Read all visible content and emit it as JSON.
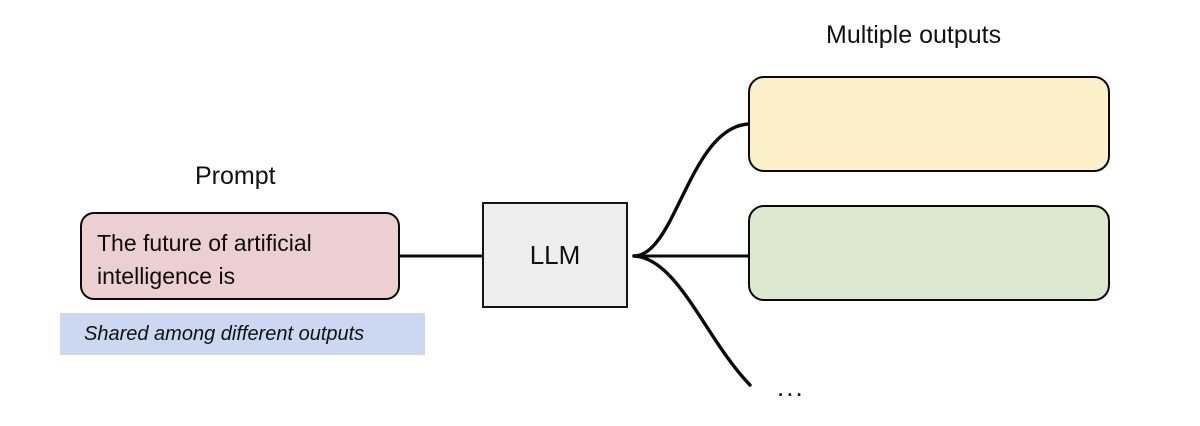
{
  "diagram": {
    "title_prompt_section": "Prompt",
    "title_outputs_section": "Multiple outputs",
    "prompt": {
      "caption": "Prompt",
      "text": "The future of artificial intelligence is",
      "note": "Shared among different outputs",
      "fill_color": "#ecd0d1",
      "note_fill_color": "#ccd8f1",
      "border_color": "#0a0a0a"
    },
    "model": {
      "label": "LLM",
      "fill_color": "#eeeeee",
      "border_color": "#141414"
    },
    "outputs": {
      "caption": "Multiple outputs",
      "boxes": [
        {
          "name": "output-1",
          "text": "",
          "fill_color": "#fbf0ca"
        },
        {
          "name": "output-2",
          "text": "",
          "fill_color": "#dde8d1"
        }
      ],
      "more_indicator": "..."
    },
    "connectors": {
      "prompt_to_model": "straight-line",
      "model_to_output_1": "curve-up",
      "model_to_output_2": "straight-line",
      "model_to_more": "curve-down",
      "stroke_color": "#0a0a0a"
    }
  }
}
